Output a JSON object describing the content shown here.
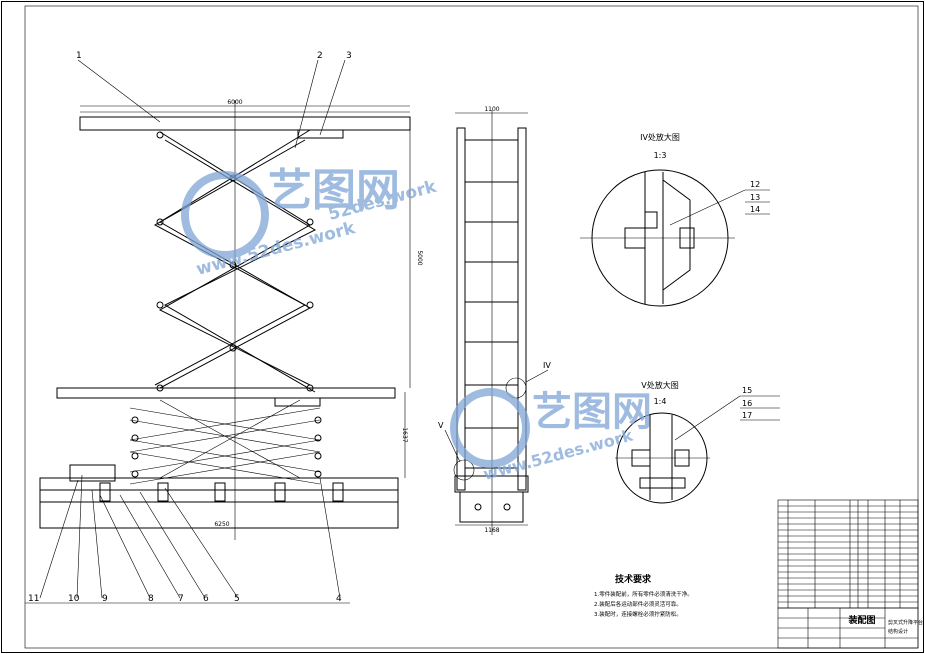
{
  "dimensions": {
    "platform_length": "6000",
    "lift_height": "5000",
    "base_height": "1637",
    "base_length": "6250",
    "side_top_width": "1100",
    "side_bottom_width": "1168"
  },
  "part_labels": [
    "1",
    "2",
    "3",
    "4",
    "5",
    "6",
    "7",
    "8",
    "9",
    "10",
    "11",
    "12",
    "13",
    "14",
    "15",
    "16",
    "17"
  ],
  "view_markers": {
    "iv": "IV",
    "v": "V"
  },
  "detail_iv": {
    "title": "IV处放大图",
    "scale": "1:3"
  },
  "detail_v": {
    "title": "V处放大图",
    "scale": "1:4"
  },
  "tech_req": {
    "heading": "技术要求",
    "items": [
      "1.零件装配前，所有零件必须清洗干净。",
      "2.装配后各运动部件必须灵活可靠。",
      "3.装配时，连接螺栓必须拧紧防松。"
    ]
  },
  "title_block": {
    "drawing_name": "装配图",
    "project_name": "剪叉式升降平台",
    "subtitle": "结构设计"
  },
  "watermark": {
    "brand": "艺图网",
    "url": "www.52des.work",
    "url_top": "52des.work",
    "url_bottom": "www.52des.work"
  },
  "colors": {
    "watermark": "#7fa6d6",
    "ink": "#000000"
  }
}
